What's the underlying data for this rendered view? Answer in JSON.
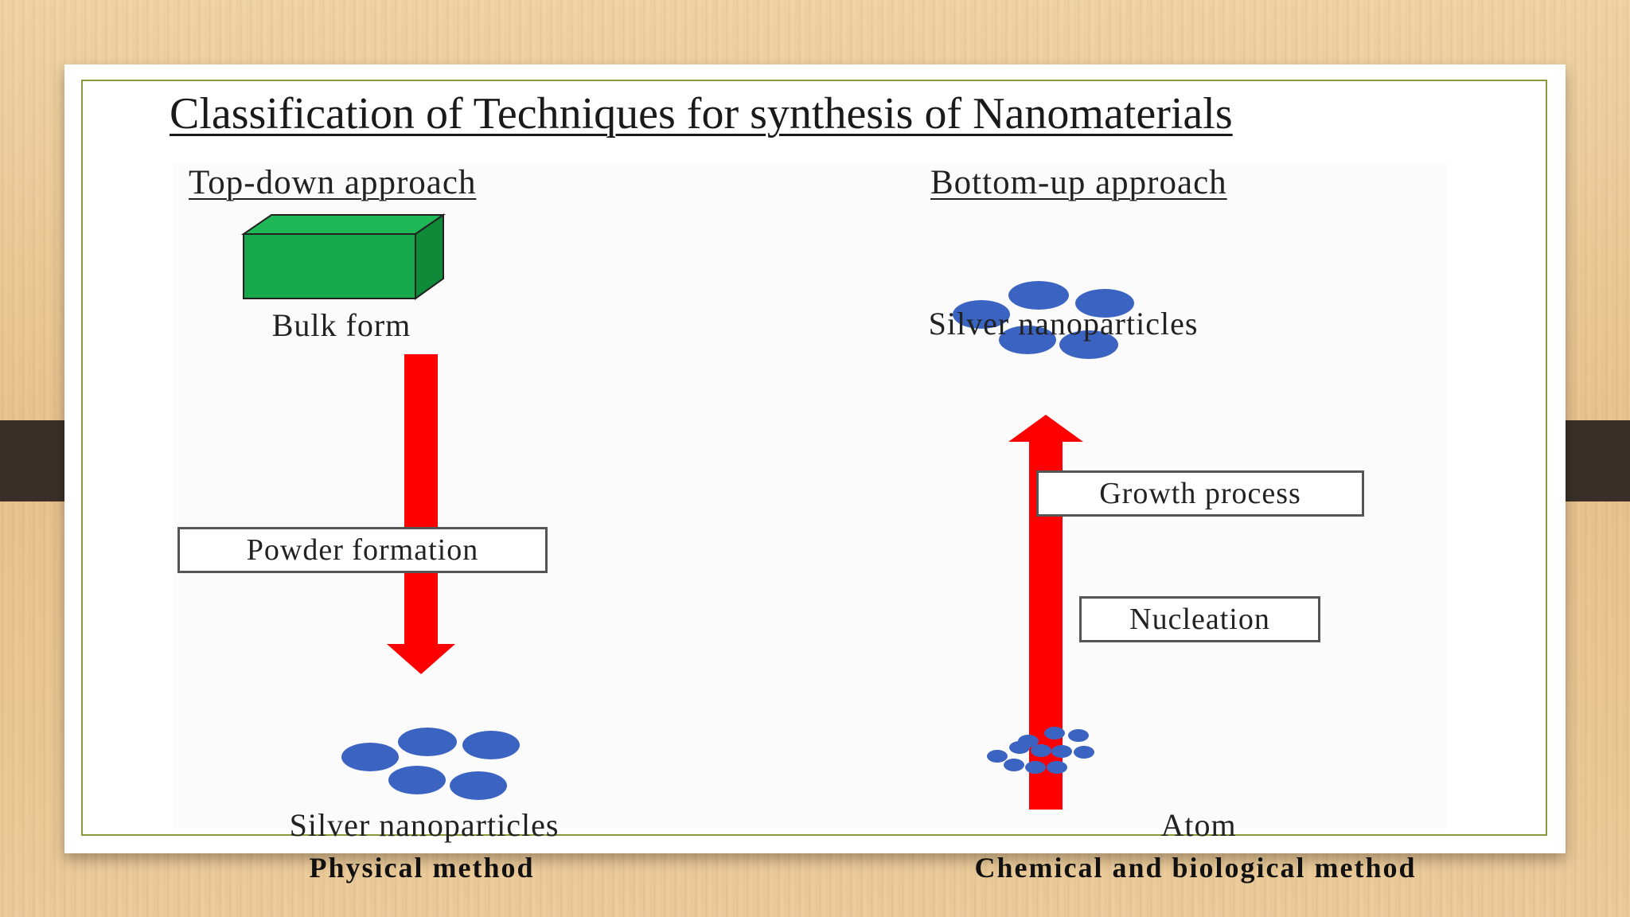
{
  "title": "Classification of Techniques for synthesis of Nanomaterials",
  "diagram": {
    "top_down": {
      "heading": "Top-down approach",
      "bulk_label": "Bulk form",
      "step_label": "Powder formation",
      "result_label": "Silver nanoparticles",
      "method_label": "Physical method"
    },
    "bottom_up": {
      "heading": "Bottom-up approach",
      "result_label": "Silver nanoparticles",
      "growth_label": "Growth process",
      "nucleation_label": "Nucleation",
      "start_label": "Atom",
      "method_label": "Chemical and biological method"
    },
    "colors": {
      "arrow": "#ff0000",
      "particle": "#3b63c2",
      "bulk_block": "#16a84a",
      "frame": "#8a9a3a"
    }
  }
}
